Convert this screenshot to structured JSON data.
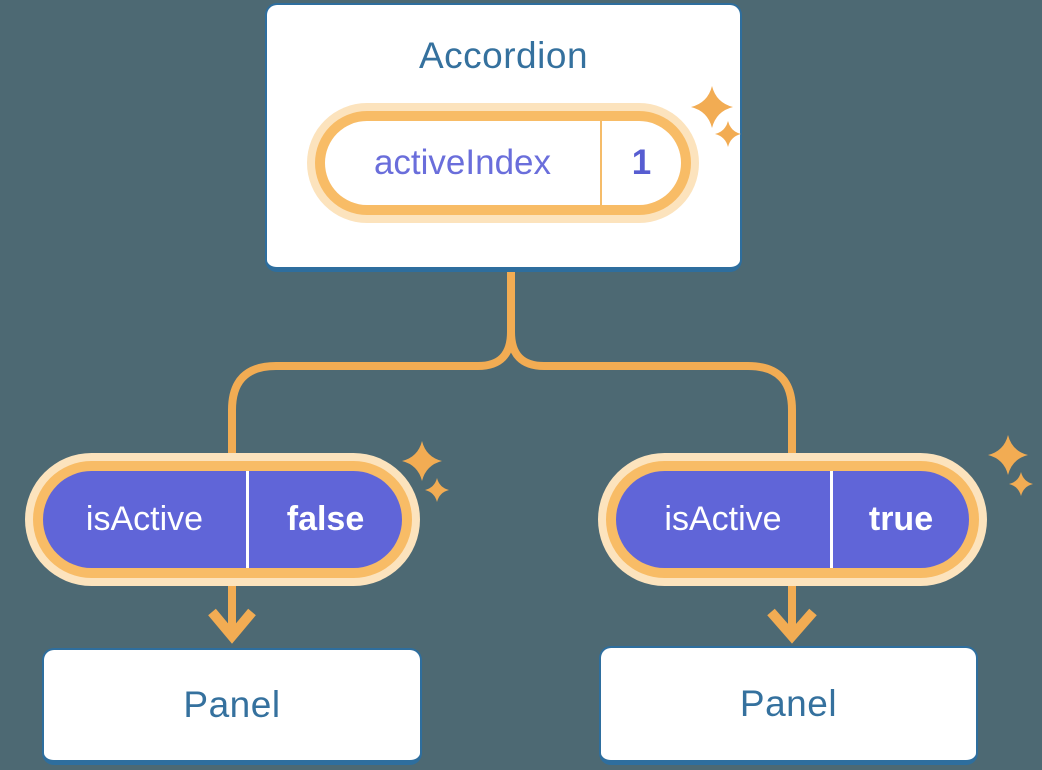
{
  "diagram": {
    "root": {
      "title": "Accordion",
      "state": {
        "label": "activeIndex",
        "value": "1"
      }
    },
    "children": [
      {
        "prop": {
          "label": "isActive",
          "value": "false"
        },
        "panel": "Panel"
      },
      {
        "prop": {
          "label": "isActive",
          "value": "true"
        },
        "panel": "Panel"
      }
    ]
  },
  "icons": {
    "sparkle": "sparkle-icon",
    "arrow_down": "arrow-down-icon"
  },
  "colors": {
    "background": "#4D6973",
    "card_background": "#FFFFFF",
    "card_border": "#2E6E9E",
    "heading_text": "#35719E",
    "connector_orange": "#F2AC53",
    "pill_ring_orange": "#F8BC66",
    "pill_glow_cream": "#FCE3BD",
    "pill_purple": "#6065D8",
    "state_label_purple": "#6A6EDB",
    "state_value_purple": "#575DD1",
    "pill_text_white": "#FFFFFF"
  }
}
